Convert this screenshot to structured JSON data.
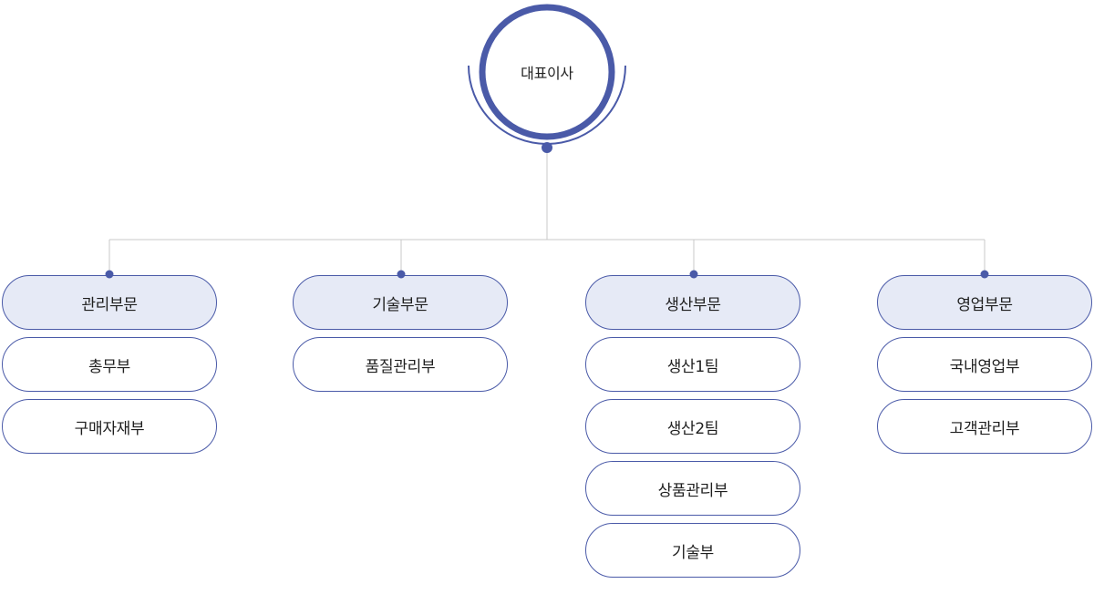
{
  "colors": {
    "accent": "#4a5aa8",
    "line": "#c8c8c8",
    "division_fill": "#e6eaf6",
    "team_fill": "#ffffff"
  },
  "ceo": {
    "label": "대표이사"
  },
  "divisions": [
    {
      "name": "관리부문",
      "teams": [
        "총무부",
        "구매자재부"
      ]
    },
    {
      "name": "기술부문",
      "teams": [
        "품질관리부"
      ]
    },
    {
      "name": "생산부문",
      "teams": [
        "생산1팀",
        "생산2팀",
        "상품관리부",
        "기술부"
      ]
    },
    {
      "name": "영업부문",
      "teams": [
        "국내영업부",
        "고객관리부"
      ]
    }
  ]
}
